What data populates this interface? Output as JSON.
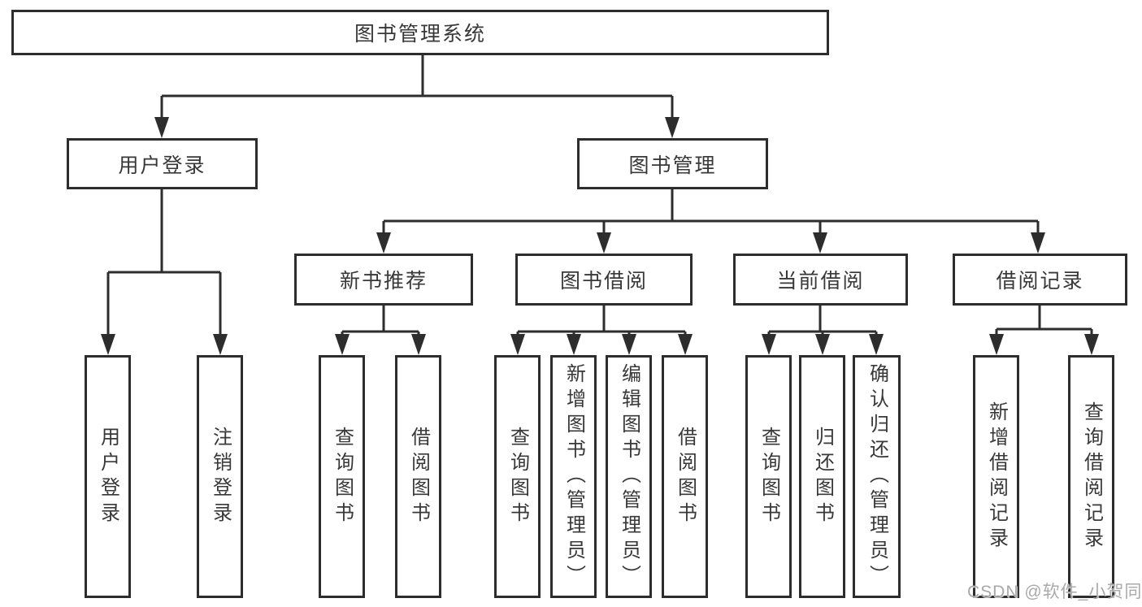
{
  "diagram": {
    "root": {
      "label": "图书管理系统"
    },
    "level2": [
      {
        "id": "user-login",
        "label": "用户登录"
      },
      {
        "id": "book-management",
        "label": "图书管理"
      }
    ],
    "level3": [
      {
        "id": "new-book-recommend",
        "label": "新书推荐",
        "parent": "图书管理"
      },
      {
        "id": "book-borrowing",
        "label": "图书借阅",
        "parent": "图书管理"
      },
      {
        "id": "current-borrowing",
        "label": "当前借阅",
        "parent": "图书管理"
      },
      {
        "id": "borrowing-records",
        "label": "借阅记录",
        "parent": "图书管理"
      }
    ],
    "leaves": [
      {
        "id": "user-login-leaf",
        "label": "用户登录",
        "parent": "用户登录"
      },
      {
        "id": "logout",
        "label": "注销登录",
        "parent": "用户登录"
      },
      {
        "id": "query-books-recommend",
        "label": "查询图书",
        "parent": "新书推荐"
      },
      {
        "id": "borrow-books-recommend",
        "label": "借阅图书",
        "parent": "新书推荐"
      },
      {
        "id": "query-books-borrowing",
        "label": "查询图书",
        "parent": "图书借阅"
      },
      {
        "id": "add-books-admin",
        "label": "新增图书（管理员）",
        "parent": "图书借阅"
      },
      {
        "id": "edit-books-admin",
        "label": "编辑图书（管理员）",
        "parent": "图书借阅"
      },
      {
        "id": "borrow-books-borrowing",
        "label": "借阅图书",
        "parent": "图书借阅"
      },
      {
        "id": "query-books-current",
        "label": "查询图书",
        "parent": "当前借阅"
      },
      {
        "id": "return-books",
        "label": "归还图书",
        "parent": "当前借阅"
      },
      {
        "id": "confirm-return-admin",
        "label": "确认归还（管理员）",
        "parent": "当前借阅"
      },
      {
        "id": "add-borrow-record",
        "label": "新增借阅记录",
        "parent": "借阅记录"
      },
      {
        "id": "query-borrow-record",
        "label": "查询借阅记录",
        "parent": "借阅记录"
      }
    ]
  },
  "watermark": {
    "text": "CSDN @软件_小贺同学"
  },
  "colors": {
    "line": "#2d2d2d",
    "box_border": "#2d2d2d",
    "text": "#383838",
    "watermark": "#a9a9a9",
    "background": "#ffffff"
  }
}
